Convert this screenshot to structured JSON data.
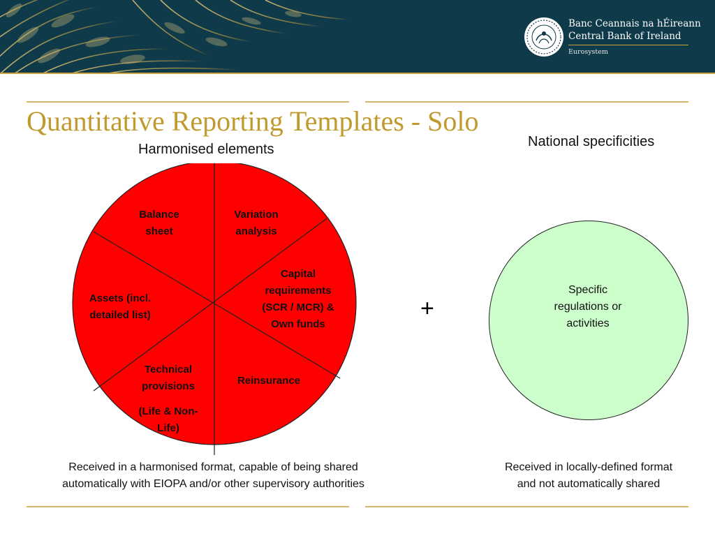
{
  "header": {
    "bank_name_irish": "Banc Ceannais na hÉireann",
    "bank_name_english": "Central Bank of Ireland",
    "eurosystem": "Eurosystem",
    "banner_color": "#0f3a4a",
    "accent_color": "#c9a13a"
  },
  "slide": {
    "title": "Quantitative Reporting Templates - Solo",
    "harmonised_label": "Harmonised elements",
    "national_label": "National specificities",
    "plus_sign": "+"
  },
  "pie": {
    "fill_color": "#ff0000",
    "segments": {
      "balance_sheet": [
        "Balance",
        "sheet"
      ],
      "variation_analysis": [
        "Variation",
        "analysis"
      ],
      "capital_requirements": [
        "Capital",
        "requirements",
        "(SCR / MCR) &",
        "Own funds"
      ],
      "assets": [
        "Assets (incl.",
        "detailed list)"
      ],
      "technical_provisions": [
        "Technical",
        "provisions"
      ],
      "life_non_life": [
        "(Life & Non-",
        "Life)"
      ],
      "reinsurance": [
        "Reinsurance"
      ]
    }
  },
  "national": {
    "fill_color": "#ccffcc",
    "lines": [
      "Specific",
      "regulations or",
      "activities"
    ]
  },
  "captions": {
    "left": [
      "Received in a harmonised format, capable of being shared",
      "automatically with EIOPA and/or other supervisory authorities"
    ],
    "right": [
      "Received in locally-defined format",
      "and not automatically shared"
    ]
  }
}
